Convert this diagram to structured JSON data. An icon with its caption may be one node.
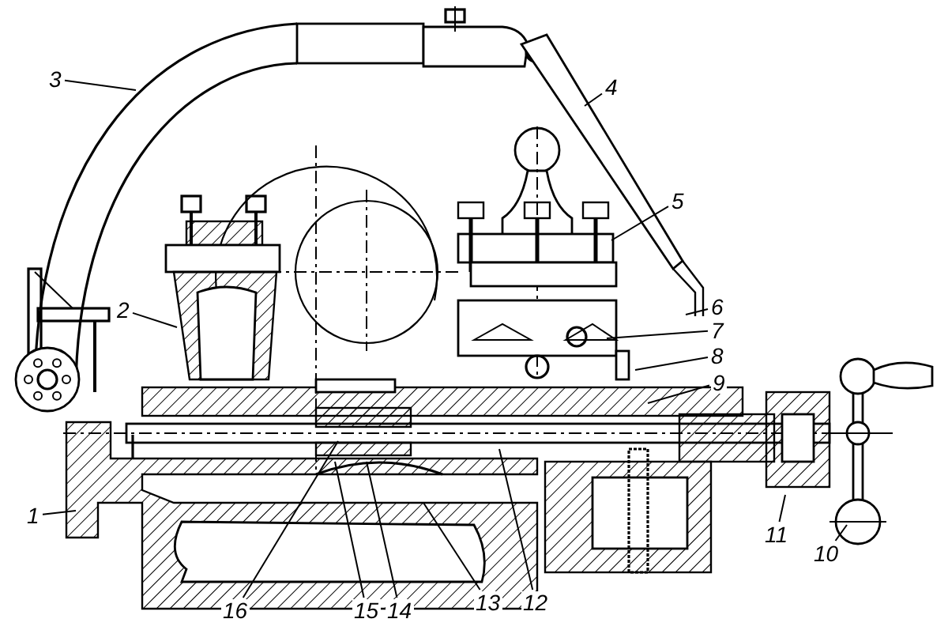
{
  "diagram": {
    "nodes": [
      {
        "text": [
          "3"
        ]
      },
      {
        "text": [
          "4"
        ]
      },
      {
        "text": [
          "5"
        ]
      },
      {
        "text": [
          "2"
        ]
      },
      {
        "text": [
          "6"
        ]
      },
      {
        "text": [
          "7"
        ]
      },
      {
        "text": [
          "8"
        ]
      },
      {
        "text": [
          "9"
        ]
      },
      {
        "text": [
          "1"
        ]
      },
      {
        "text": [
          "11"
        ]
      },
      {
        "text": [
          "10"
        ]
      },
      {
        "text": [
          "16"
        ]
      },
      {
        "text": [
          "15"
        ]
      },
      {
        "text": [
          "14"
        ]
      },
      {
        "text": [
          "13"
        ]
      },
      {
        "text": [
          "12"
        ]
      }
    ],
    "edges": [
      {
        "from": 0,
        "to": null,
        "arrow": "none"
      },
      {
        "from": 1,
        "to": null,
        "arrow": "none"
      },
      {
        "from": 2,
        "to": null,
        "arrow": "none"
      },
      {
        "from": 3,
        "to": null,
        "arrow": "none"
      },
      {
        "from": 4,
        "to": null,
        "arrow": "none"
      },
      {
        "from": 5,
        "to": null,
        "arrow": "none"
      },
      {
        "from": 6,
        "to": null,
        "arrow": "none"
      },
      {
        "from": 7,
        "to": null,
        "arrow": "none"
      },
      {
        "from": 8,
        "to": null,
        "arrow": "none"
      },
      {
        "from": 9,
        "to": null,
        "arrow": "none"
      },
      {
        "from": 10,
        "to": null,
        "arrow": "none"
      },
      {
        "from": 11,
        "to": null,
        "arrow": "none"
      },
      {
        "from": 12,
        "to": null,
        "arrow": "none"
      },
      {
        "from": 13,
        "to": null,
        "arrow": "none"
      },
      {
        "from": 14,
        "to": null,
        "arrow": "none"
      },
      {
        "from": 15,
        "to": null,
        "arrow": "none"
      }
    ]
  }
}
